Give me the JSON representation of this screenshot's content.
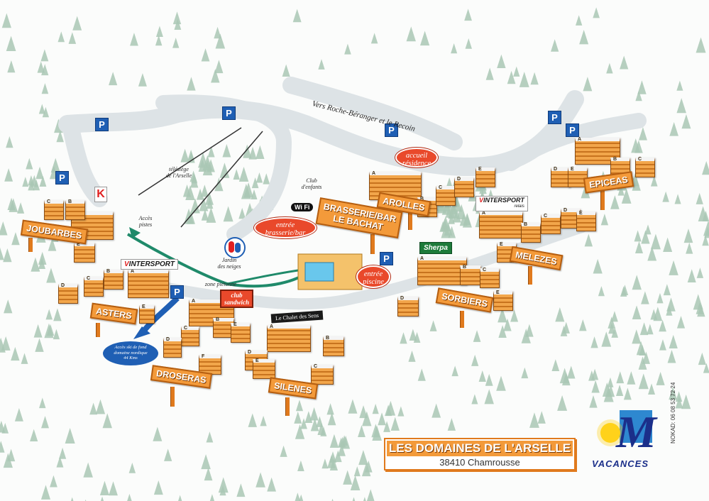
{
  "map": {
    "title": "LES DOMAINES DE L'ARSELLE",
    "subtitle": "38410 Chamrousse",
    "logo_letter": "M",
    "logo_word": "VACANCES",
    "credit": "NOKAD: 06 08 53 72 24",
    "road_label": "Vers Roche-Béranger et le Recoin",
    "parking_letter": "P",
    "areas": {
      "joubarbes": "JOUBARBES",
      "asters": "ASTERS",
      "droseras": "DROSERAS",
      "silenes": "SILENES",
      "sorbiers": "SORBIERS",
      "melezes": "MELEZES",
      "epiceas": "EPICEAS",
      "arolles": "AROLLES"
    },
    "brasserie": {
      "line1": "BRASSERIE/BAR",
      "line2": "LE BACHAT"
    },
    "bubbles": {
      "accueil": [
        "accueil",
        "résidence"
      ],
      "entree_brasserie": [
        "entrée",
        "brasserie/bar"
      ],
      "entree_piscine": [
        "entrée",
        "piscine"
      ]
    },
    "small_labels": {
      "telesiege": [
        "télésiège",
        "de l'Arselle"
      ],
      "club_enfants": [
        "Club",
        "d'enfants"
      ],
      "acces_pistes": [
        "Accès",
        "pistes"
      ],
      "jardin": [
        "Jardin",
        "des neiges"
      ],
      "zone_pietonne": "zone piétonne",
      "acces_ski": [
        "Accès ski de fond",
        "domaine nordique",
        "44 Kms"
      ]
    },
    "shops": {
      "intersport_main": "INTERSPORT",
      "intersport_relais": "INTERSPORT",
      "relais": "relais",
      "sherpa": "Sherpa",
      "club_sandwich": [
        "club",
        "sandwich"
      ],
      "chalet": "Le Chalet des Sens",
      "wifi": "Wi Fi",
      "k": "K"
    },
    "building_letters": [
      "A",
      "B",
      "C",
      "D",
      "E",
      "F"
    ]
  },
  "colors": {
    "road": "#dde3e6",
    "path_green": "#1f8a6a",
    "path_blue": "#1f5fb4",
    "sign_orange": "#f39a3a",
    "bubble_red": "#e9492b",
    "tree": "#a9c7b4"
  }
}
